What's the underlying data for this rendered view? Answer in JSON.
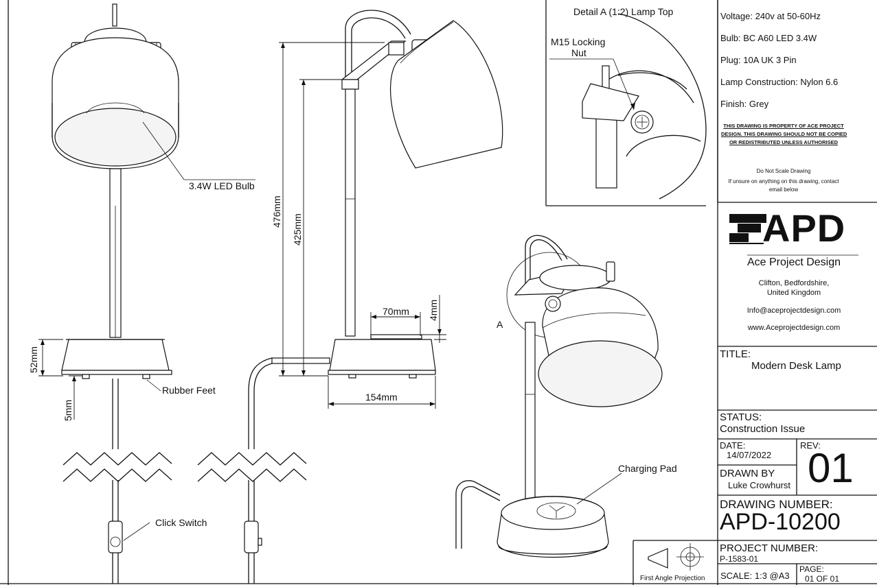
{
  "drawing": {
    "labels": {
      "bulb": "3.4W LED Bulb",
      "rubber_feet": "Rubber Feet",
      "click_switch": "Click Switch",
      "charging_pad": "Charging Pad",
      "detail_marker": "A",
      "detail_title": "Detail A (1:2) Lamp Top",
      "locking_nut_1": "M15 Locking",
      "locking_nut_2": "Nut"
    },
    "dimensions": {
      "height_total": "476mm",
      "height_arm": "425mm",
      "base_height": "52mm",
      "feet_height": "5mm",
      "pad_width": "70mm",
      "pad_depth": "4mm",
      "base_width": "154mm"
    }
  },
  "specs": {
    "voltage": "Voltage: 240v at 50-60Hz",
    "bulb": "Bulb: BC A60 LED 3.4W",
    "plug": "Plug: 10A UK 3 Pin",
    "construction": "Lamp Construction: Nylon 6.6",
    "finish": "Finish: Grey",
    "notice_1": "THIS DRAWING IS PROPERTY OF ACE PROJECT",
    "notice_2": "DESIGN. THIS DRAWING SHOULD NOT BE COPIED",
    "notice_3": "OR REDISTRIBUTED UNLESS AUTHORISED",
    "do_not_scale": "Do Not Scale Drawing",
    "unsure_1": "If unsure on anything on this drawing, contact",
    "unsure_2": "email below"
  },
  "company": {
    "logo_text": "APD",
    "name": "Ace Project Design",
    "address_1": "Clifton, Bedfordshire,",
    "address_2": "United Kingdom",
    "email": "Info@aceprojectdesign.com",
    "website": "www.Aceprojectdesign.com"
  },
  "title_block": {
    "title_label": "TITLE:",
    "title": "Modern Desk Lamp",
    "status_label": "STATUS:",
    "status": "Construction Issue",
    "date_label": "DATE:",
    "date": "14/07/2022",
    "rev_label": "REV:",
    "rev": "01",
    "drawn_by_label": "DRAWN BY",
    "drawn_by": "Luke Crowhurst",
    "drawing_number_label": "DRAWING NUMBER:",
    "drawing_number": "APD-10200",
    "project_number_label": "PROJECT NUMBER:",
    "project_number": "P-1583-01",
    "projection": "First Angle Projection",
    "scale": "SCALE: 1:3 @A3",
    "page_label": "PAGE:",
    "page": "01 OF 01"
  }
}
